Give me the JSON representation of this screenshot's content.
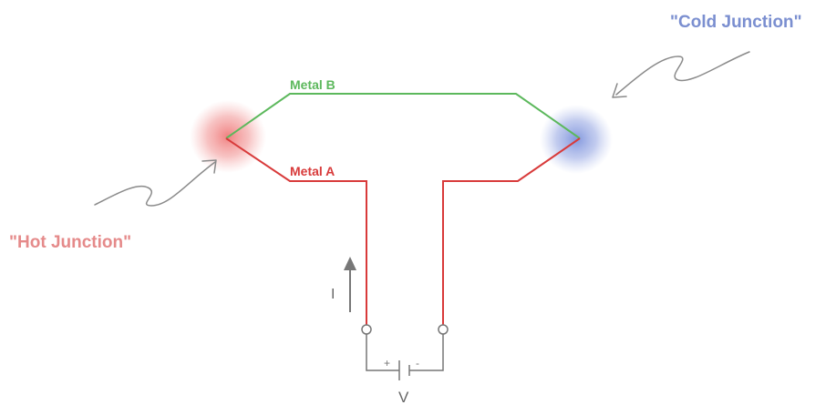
{
  "labels": {
    "cold_junction": "\"Cold Junction\"",
    "hot_junction": "\"Hot Junction\"",
    "metal_b": "Metal B",
    "metal_a": "Metal A",
    "current": "I",
    "voltage": "V",
    "plus": "+",
    "minus": "-"
  },
  "colors": {
    "cold_junction": "#7b8fd0",
    "hot_junction": "#e58a8a",
    "metal_a": "#d83a3a",
    "metal_b": "#5cb85c",
    "hot_glow": "#f08080",
    "cold_glow": "#8a9ee0",
    "annotation_arrow": "#8a8a8a",
    "circuit_gray": "#777777",
    "current_arrow": "#777777"
  }
}
